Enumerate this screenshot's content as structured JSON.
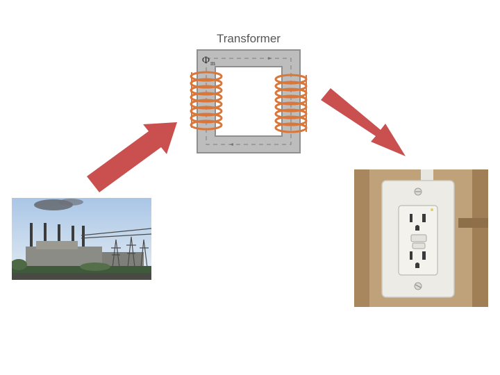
{
  "transformer": {
    "title": "Transformer",
    "flux_symbol": "Φ",
    "flux_subscript": "m"
  },
  "colors": {
    "arrow": "#c9504e",
    "core": "#b8b8b8",
    "coil": "#d9773a"
  },
  "icons": [
    "power-plant-image",
    "transformer-diagram",
    "wall-outlet-image",
    "arrow-right-up",
    "arrow-right-down"
  ]
}
